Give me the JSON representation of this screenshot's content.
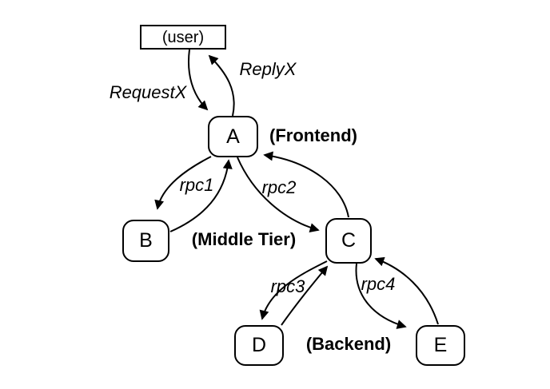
{
  "colors": {
    "ink": "#000000",
    "background": "#ffffff"
  },
  "nodes": {
    "user": {
      "label": "(user)",
      "shape": "rectangle"
    },
    "a": {
      "label": "A",
      "shape": "rounded"
    },
    "b": {
      "label": "B",
      "shape": "rounded"
    },
    "c": {
      "label": "C",
      "shape": "rounded"
    },
    "d": {
      "label": "D",
      "shape": "rounded"
    },
    "e": {
      "label": "E",
      "shape": "rounded"
    }
  },
  "tiers": {
    "frontend": {
      "label": "(Frontend)"
    },
    "middle": {
      "label": "(Middle Tier)"
    },
    "backend": {
      "label": "(Backend)"
    }
  },
  "edges": {
    "request": {
      "label": "RequestX",
      "from": "user",
      "to": "A"
    },
    "reply": {
      "label": "ReplyX",
      "from": "A",
      "to": "user"
    },
    "rpc1": {
      "label": "rpc1",
      "from": "A",
      "to": "B",
      "bidirectional": true
    },
    "rpc2": {
      "label": "rpc2",
      "from": "A",
      "to": "C",
      "bidirectional": true
    },
    "rpc3": {
      "label": "rpc3",
      "from": "C",
      "to": "D",
      "bidirectional": true
    },
    "rpc4": {
      "label": "rpc4",
      "from": "C",
      "to": "E",
      "bidirectional": true
    }
  }
}
